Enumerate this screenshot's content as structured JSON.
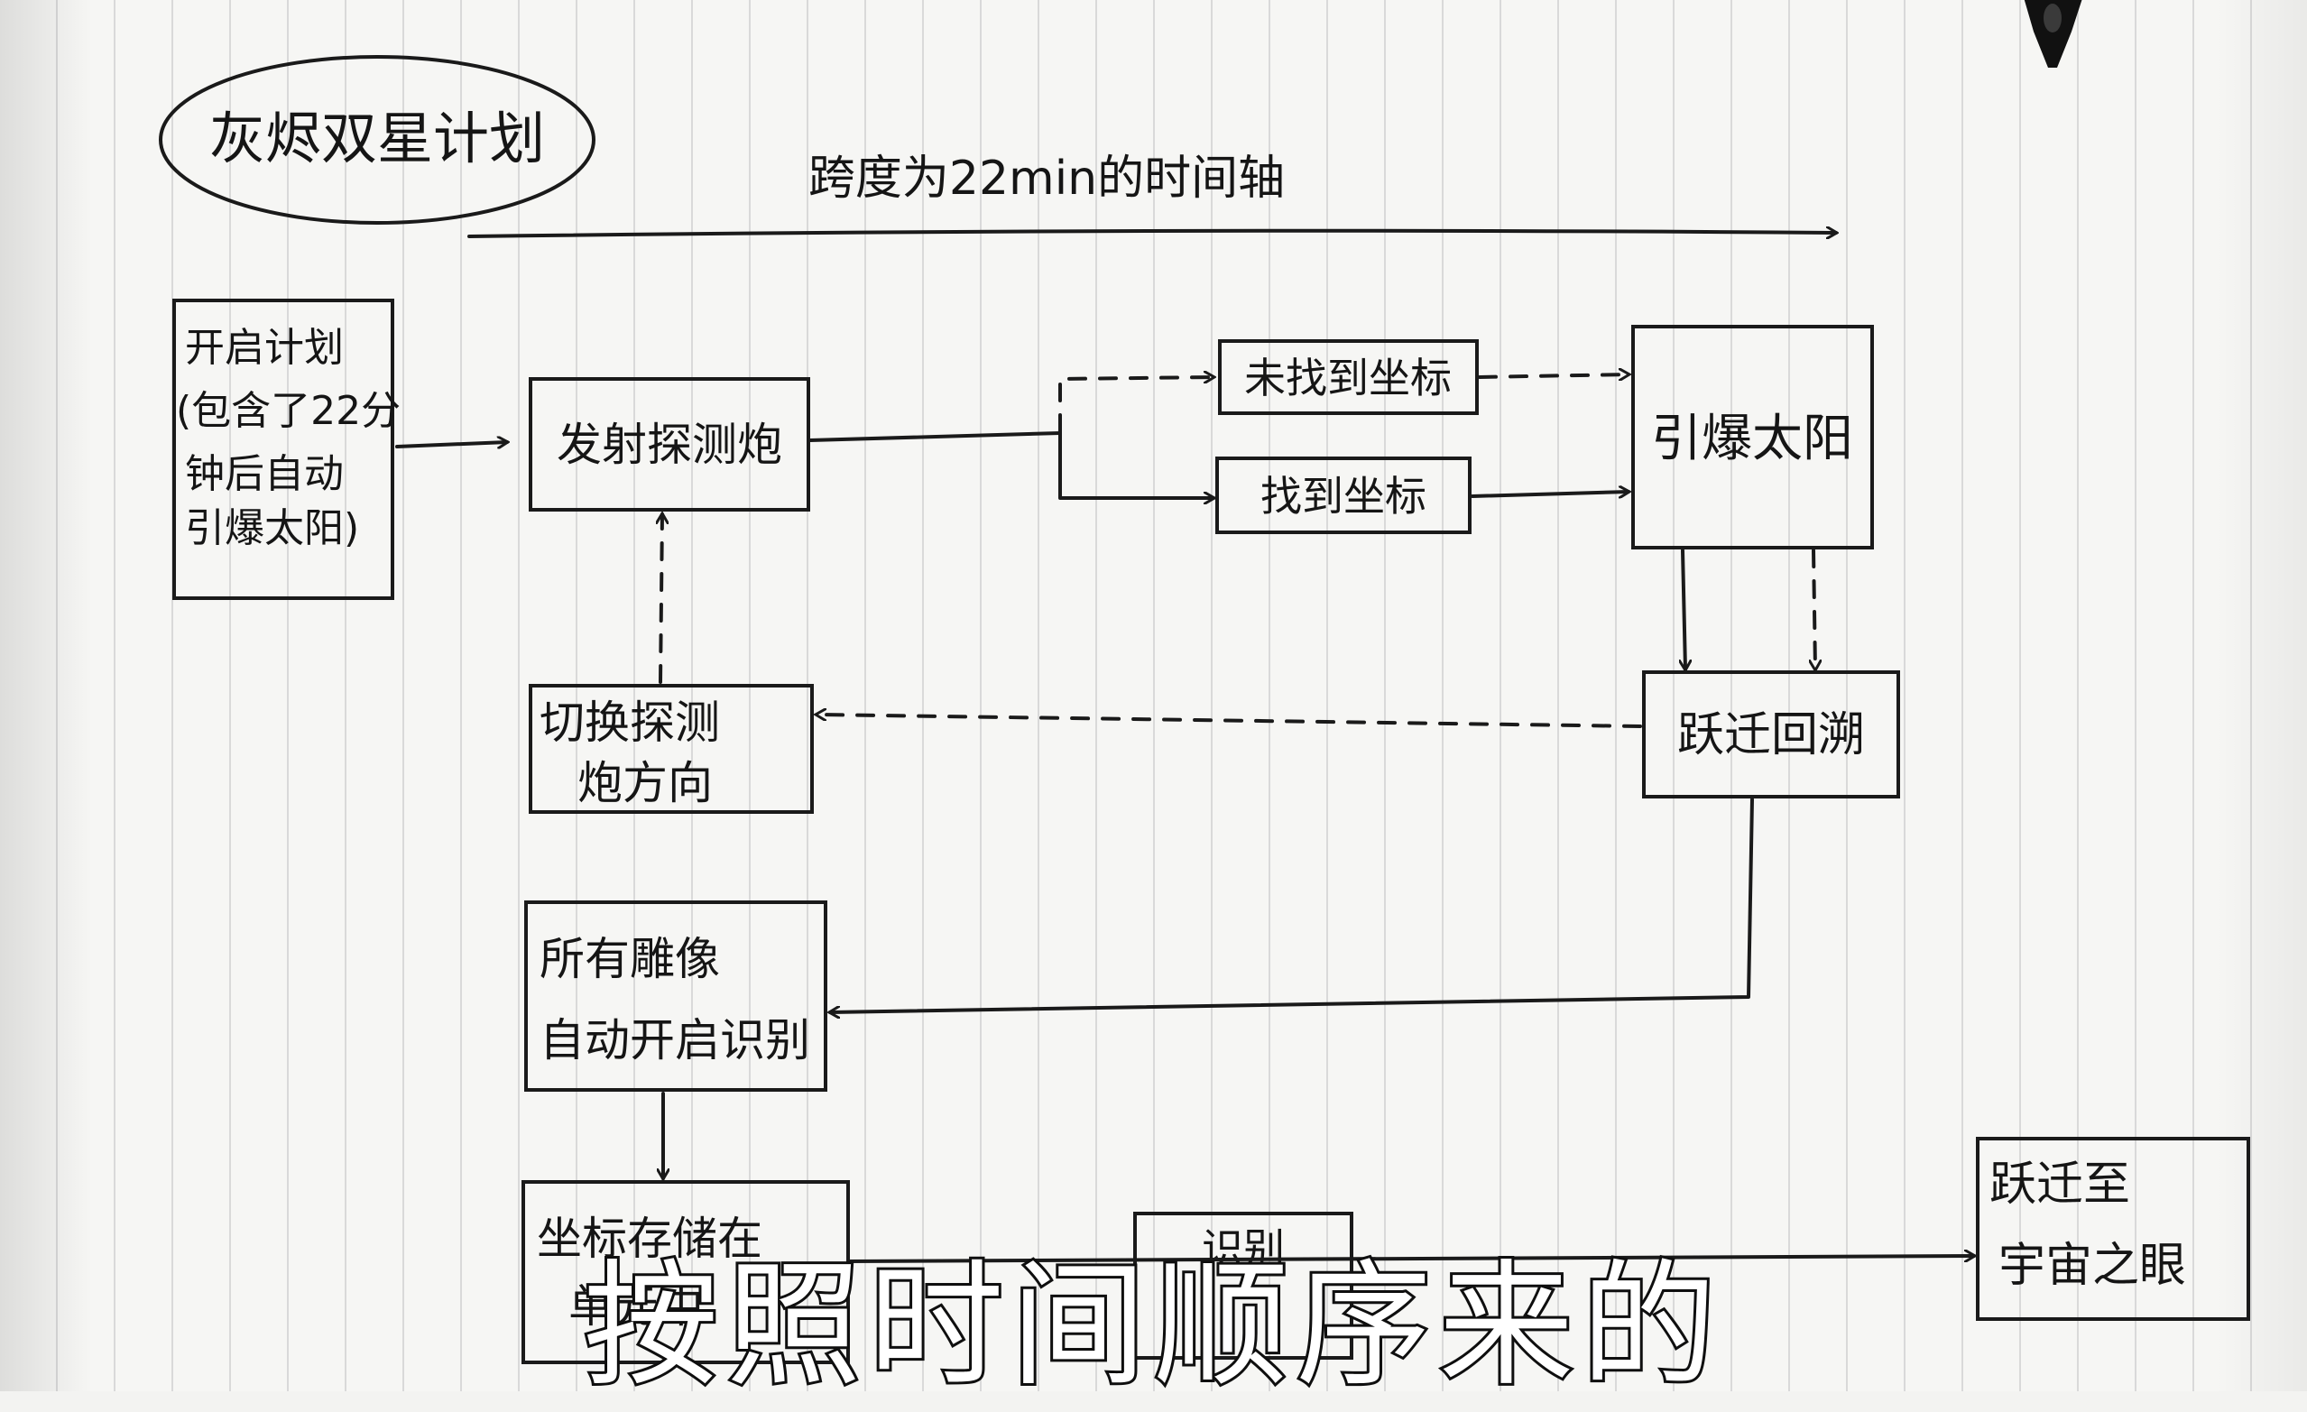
{
  "title": "灰烬双星计划",
  "timeline_label": "跨度为22min的时间轴",
  "nodes": {
    "start": [
      "开启计划",
      "(包含了22分",
      "钟后自动",
      "引爆太阳)"
    ],
    "launch": "发射探测炮",
    "not_found": "未找到坐标",
    "found": "找到坐标",
    "detonate": "引爆太阳",
    "jump_back": "跃迁回溯",
    "switch_dir": [
      "切换探测",
      "炮方向"
    ],
    "statues": [
      "所有雕像",
      "自动开启识别"
    ],
    "store": [
      "坐标存储在",
      "单元中"
    ],
    "partial": "识别",
    "eye": [
      "跃迁至",
      "宇宙之眼"
    ]
  },
  "subtitle": "按照时间顺序来的"
}
